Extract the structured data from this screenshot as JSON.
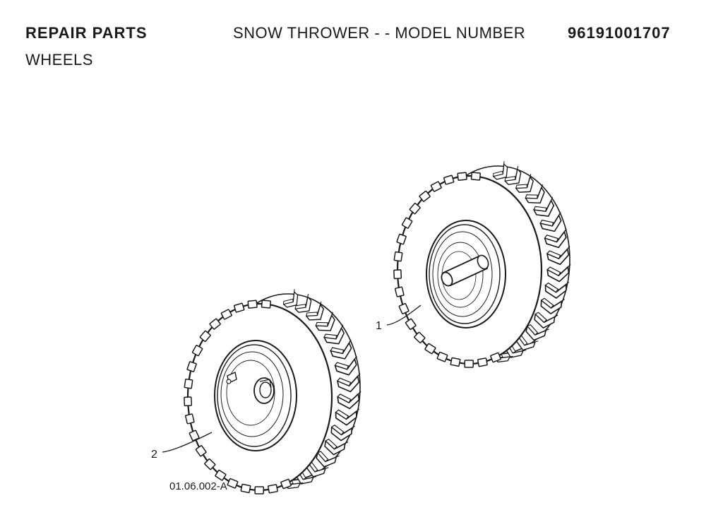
{
  "header": {
    "title": "REPAIR PARTS",
    "section": "WHEELS",
    "model_label": "SNOW THROWER - - MODEL NUMBER",
    "model_number": "96191001707"
  },
  "callouts": [
    {
      "label": "1",
      "part": "wheel-with-axle"
    },
    {
      "label": "2",
      "part": "wheel-with-hub"
    }
  ],
  "drawing_code": "01.06.002-A",
  "colors": {
    "ink": "#1a1a1a",
    "background": "#ffffff"
  }
}
